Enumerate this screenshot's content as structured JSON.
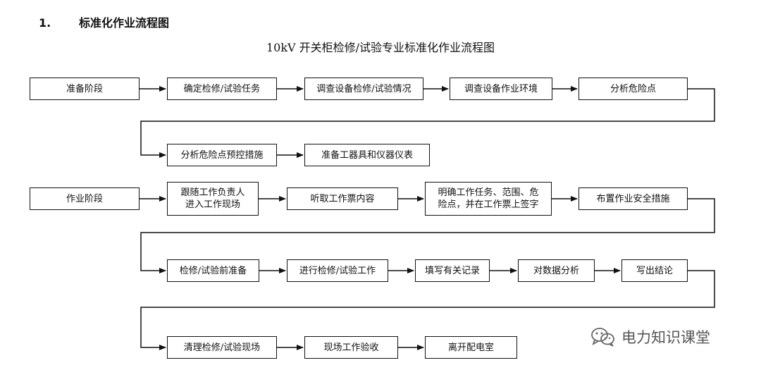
{
  "section": {
    "number": "1.",
    "heading": "标准化作业流程图"
  },
  "diagram": {
    "title": "10kV 开关柜检修/试验专业标准化作业流程图",
    "nodes": {
      "prep_stage": "准备阶段",
      "confirm_task": "确定检修/试验任务",
      "survey_equipment": "调查设备检修/试验情况",
      "survey_environment": "调查设备作业环境",
      "analyze_risks": "分析危险点",
      "risk_measures": "分析危险点预控措施",
      "prepare_tools": "准备工器具和仪器仪表",
      "work_stage": "作业阶段",
      "follow_leader": "跟随工作负责人\n进入工作现场",
      "listen_ticket": "听取工作票内容",
      "clarify_task": "明确工作任务、范围、危\n险点，并在工作票上签字",
      "safety_measures": "布置作业安全措施",
      "pre_work_prep": "检修/试验前准备",
      "do_work": "进行检修/试验工作",
      "fill_records": "填写有关记录",
      "analyze_data": "对数据分析",
      "write_conclusion": "写出结论",
      "clean_site": "清理检修/试验现场",
      "site_acceptance": "现场工作验收",
      "leave_room": "离开配电室"
    }
  },
  "watermark": {
    "text": "电力知识课堂",
    "icon": "wechat-icon"
  },
  "colors": {
    "line": "#111111",
    "box_border": "#111111",
    "watermark": "#555555"
  }
}
